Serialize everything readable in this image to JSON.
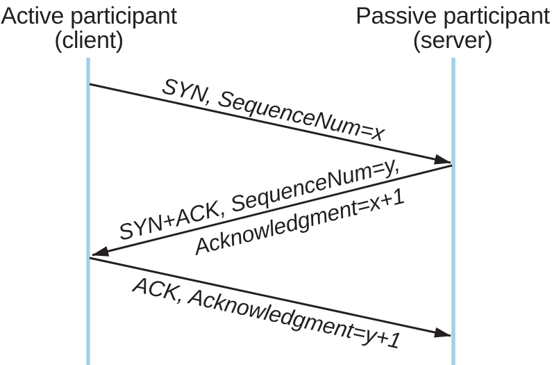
{
  "participants": {
    "client": {
      "name": "Active participant",
      "qualifier": "(client)"
    },
    "server": {
      "name": "Passive participant",
      "qualifier": "(server)"
    }
  },
  "messages": [
    {
      "from": "client",
      "to": "server",
      "label": "SYN, SequenceNum=x"
    },
    {
      "from": "server",
      "to": "client",
      "label_line1": "SYN+ACK, SequenceNum=y,",
      "label_line2": "Acknowledgment=x+1"
    },
    {
      "from": "client",
      "to": "server",
      "label": "ACK, Acknowledgment=y+1"
    }
  ],
  "colors": {
    "lifeline": "#a2d1e8",
    "ink": "#231f20",
    "background": "#ffffff"
  }
}
